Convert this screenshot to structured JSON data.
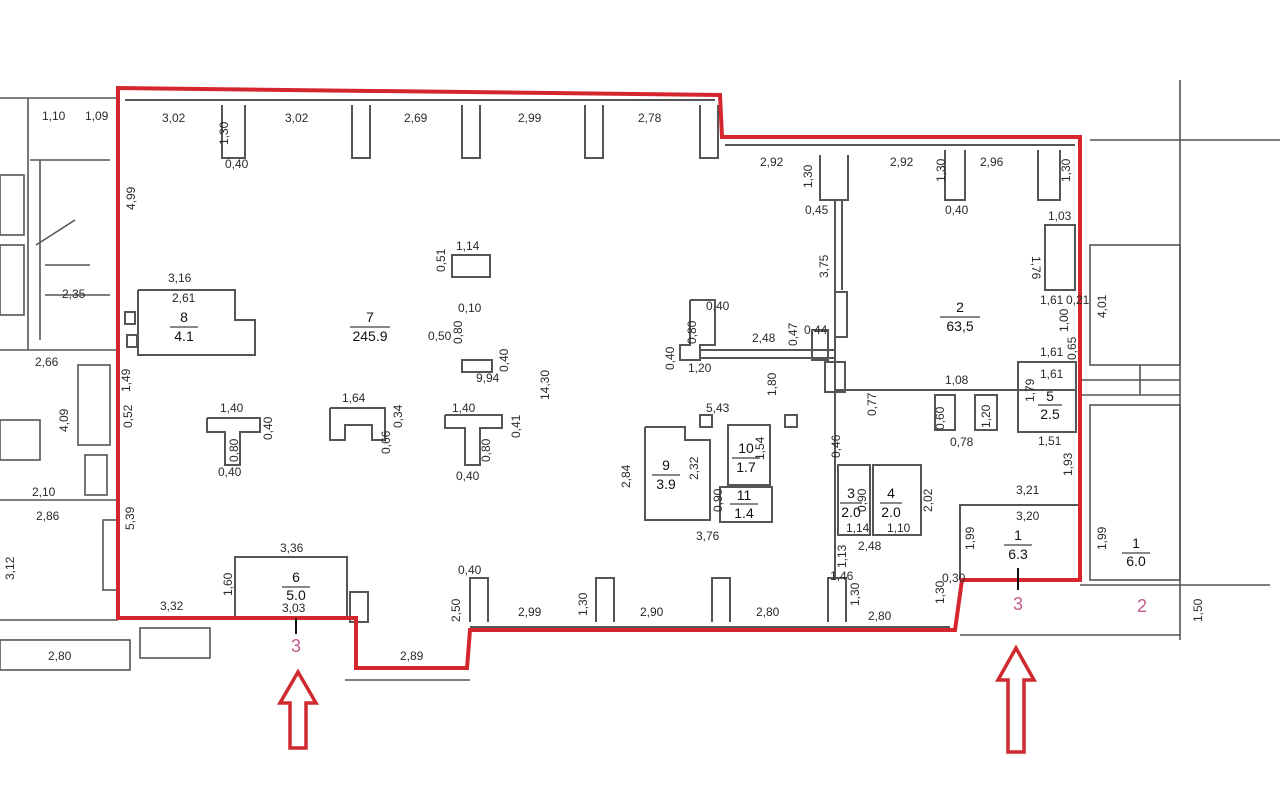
{
  "colors": {
    "boundary": "#d6262d",
    "wall": "#555555",
    "arrow": "#cf2a2f",
    "section_mark": "#c05a8a",
    "text": "#1a1a1a"
  },
  "rooms": [
    {
      "id": "r7",
      "number": "7",
      "area": "245.9"
    },
    {
      "id": "r2",
      "number": "2",
      "area": "63,5"
    },
    {
      "id": "r8",
      "number": "8",
      "area": "4.1"
    },
    {
      "id": "r6",
      "number": "6",
      "area": "5.0"
    },
    {
      "id": "r9",
      "number": "9",
      "area": "3.9"
    },
    {
      "id": "r10",
      "number": "10",
      "area": "1.7"
    },
    {
      "id": "r11",
      "number": "11",
      "area": "1.4"
    },
    {
      "id": "r3",
      "number": "3",
      "area": "2.0"
    },
    {
      "id": "r4",
      "number": "4",
      "area": "2.0"
    },
    {
      "id": "r5",
      "number": "5",
      "area": "2.5"
    },
    {
      "id": "r1",
      "number": "1",
      "area": "6.3"
    },
    {
      "id": "r1b",
      "number": "1",
      "area": "6.0"
    }
  ],
  "dimensions": [
    {
      "id": "d01",
      "text": "1,10"
    },
    {
      "id": "d02",
      "text": "1,09"
    },
    {
      "id": "d03",
      "text": "3,02"
    },
    {
      "id": "d04",
      "text": "1,30"
    },
    {
      "id": "d05",
      "text": "3,02"
    },
    {
      "id": "d06",
      "text": "2,69"
    },
    {
      "id": "d07",
      "text": "2,99"
    },
    {
      "id": "d08",
      "text": "2,78"
    },
    {
      "id": "d09",
      "text": "0,40"
    },
    {
      "id": "d10",
      "text": "2,92"
    },
    {
      "id": "d11",
      "text": "2,92"
    },
    {
      "id": "d12",
      "text": "1,30"
    },
    {
      "id": "d13",
      "text": "2,96"
    },
    {
      "id": "d14",
      "text": "1,30"
    },
    {
      "id": "d15",
      "text": "1,30"
    },
    {
      "id": "d16",
      "text": "0,45"
    },
    {
      "id": "d17",
      "text": "0,40"
    },
    {
      "id": "d18",
      "text": "1,03"
    },
    {
      "id": "d19",
      "text": "4,99"
    },
    {
      "id": "d20",
      "text": "1,14"
    },
    {
      "id": "d21",
      "text": "0,51"
    },
    {
      "id": "d22",
      "text": "3,75"
    },
    {
      "id": "d23",
      "text": "1,76"
    },
    {
      "id": "d24",
      "text": "3,16"
    },
    {
      "id": "d25",
      "text": "2,35"
    },
    {
      "id": "d26",
      "text": "2,61"
    },
    {
      "id": "d27",
      "text": "0,40"
    },
    {
      "id": "d28",
      "text": "0,80"
    },
    {
      "id": "d29",
      "text": "0,10"
    },
    {
      "id": "d30",
      "text": "0,50"
    },
    {
      "id": "d31",
      "text": "0,80"
    },
    {
      "id": "d32",
      "text": "1,61"
    },
    {
      "id": "d33",
      "text": "0,21"
    },
    {
      "id": "d34",
      "text": "4,01"
    },
    {
      "id": "d35",
      "text": "1,00"
    },
    {
      "id": "d36",
      "text": "2,48"
    },
    {
      "id": "d37",
      "text": "0,47"
    },
    {
      "id": "d38",
      "text": "0,44"
    },
    {
      "id": "d39",
      "text": "2,66"
    },
    {
      "id": "d40",
      "text": "0,40"
    },
    {
      "id": "d41",
      "text": "14,30"
    },
    {
      "id": "d42",
      "text": "9,94"
    },
    {
      "id": "d43",
      "text": "0,40"
    },
    {
      "id": "d44",
      "text": "1,20"
    },
    {
      "id": "d45",
      "text": "1,61"
    },
    {
      "id": "d46",
      "text": "0,65"
    },
    {
      "id": "d47",
      "text": "1,49"
    },
    {
      "id": "d48",
      "text": "1,08"
    },
    {
      "id": "d49",
      "text": "1,61"
    },
    {
      "id": "d50",
      "text": "4,09"
    },
    {
      "id": "d51",
      "text": "1,80"
    },
    {
      "id": "d52",
      "text": "0,77"
    },
    {
      "id": "d53",
      "text": "1,40"
    },
    {
      "id": "d54",
      "text": "1,64"
    },
    {
      "id": "d55",
      "text": "1,40"
    },
    {
      "id": "d56",
      "text": "5,43"
    },
    {
      "id": "d57",
      "text": "1,79"
    },
    {
      "id": "d58",
      "text": "0,52"
    },
    {
      "id": "d59",
      "text": "0,34"
    },
    {
      "id": "d60",
      "text": "0,40"
    },
    {
      "id": "d61",
      "text": "0,41"
    },
    {
      "id": "d62",
      "text": "0,60"
    },
    {
      "id": "d63",
      "text": "1,20"
    },
    {
      "id": "d64",
      "text": "0,66"
    },
    {
      "id": "d65",
      "text": "0,80"
    },
    {
      "id": "d66",
      "text": "0,80"
    },
    {
      "id": "d67",
      "text": "1,54"
    },
    {
      "id": "d68",
      "text": "0,46"
    },
    {
      "id": "d69",
      "text": "0,78"
    },
    {
      "id": "d70",
      "text": "1,51"
    },
    {
      "id": "d71",
      "text": "0,40"
    },
    {
      "id": "d72",
      "text": "0,40"
    },
    {
      "id": "d73",
      "text": "2,84"
    },
    {
      "id": "d74",
      "text": "2,32"
    },
    {
      "id": "d75",
      "text": "1,93"
    },
    {
      "id": "d76",
      "text": "2,10"
    },
    {
      "id": "d77",
      "text": "3,21"
    },
    {
      "id": "d78",
      "text": "0,90"
    },
    {
      "id": "d79",
      "text": "0,90"
    },
    {
      "id": "d80",
      "text": "2,02"
    },
    {
      "id": "d81",
      "text": "2,86"
    },
    {
      "id": "d82",
      "text": "5,39"
    },
    {
      "id": "d83",
      "text": "3,20"
    },
    {
      "id": "d84",
      "text": "1,14"
    },
    {
      "id": "d85",
      "text": "1,10"
    },
    {
      "id": "d86",
      "text": "3,76"
    },
    {
      "id": "d87",
      "text": "1,99"
    },
    {
      "id": "d88",
      "text": "1,99"
    },
    {
      "id": "d89",
      "text": "2,48"
    },
    {
      "id": "d90",
      "text": "3,36"
    },
    {
      "id": "d91",
      "text": "3,12"
    },
    {
      "id": "d92",
      "text": "1,13"
    },
    {
      "id": "d93",
      "text": "0,40"
    },
    {
      "id": "d94",
      "text": "1,46"
    },
    {
      "id": "d95",
      "text": "1,60"
    },
    {
      "id": "d96",
      "text": "0,30"
    },
    {
      "id": "d97",
      "text": "3,32"
    },
    {
      "id": "d98",
      "text": "3,03"
    },
    {
      "id": "d99",
      "text": "2,50"
    },
    {
      "id": "d100",
      "text": "2,99"
    },
    {
      "id": "d101",
      "text": "1,30"
    },
    {
      "id": "d102",
      "text": "2,90"
    },
    {
      "id": "d103",
      "text": "2,80"
    },
    {
      "id": "d104",
      "text": "1,30"
    },
    {
      "id": "d105",
      "text": "2,80"
    },
    {
      "id": "d106",
      "text": "1,30"
    },
    {
      "id": "d107",
      "text": "1,50"
    },
    {
      "id": "d108",
      "text": "2,80"
    },
    {
      "id": "d109",
      "text": "2,89"
    }
  ],
  "section_marks": [
    {
      "id": "s1",
      "text": "3"
    },
    {
      "id": "s2",
      "text": "3"
    },
    {
      "id": "s3",
      "text": "2"
    }
  ]
}
